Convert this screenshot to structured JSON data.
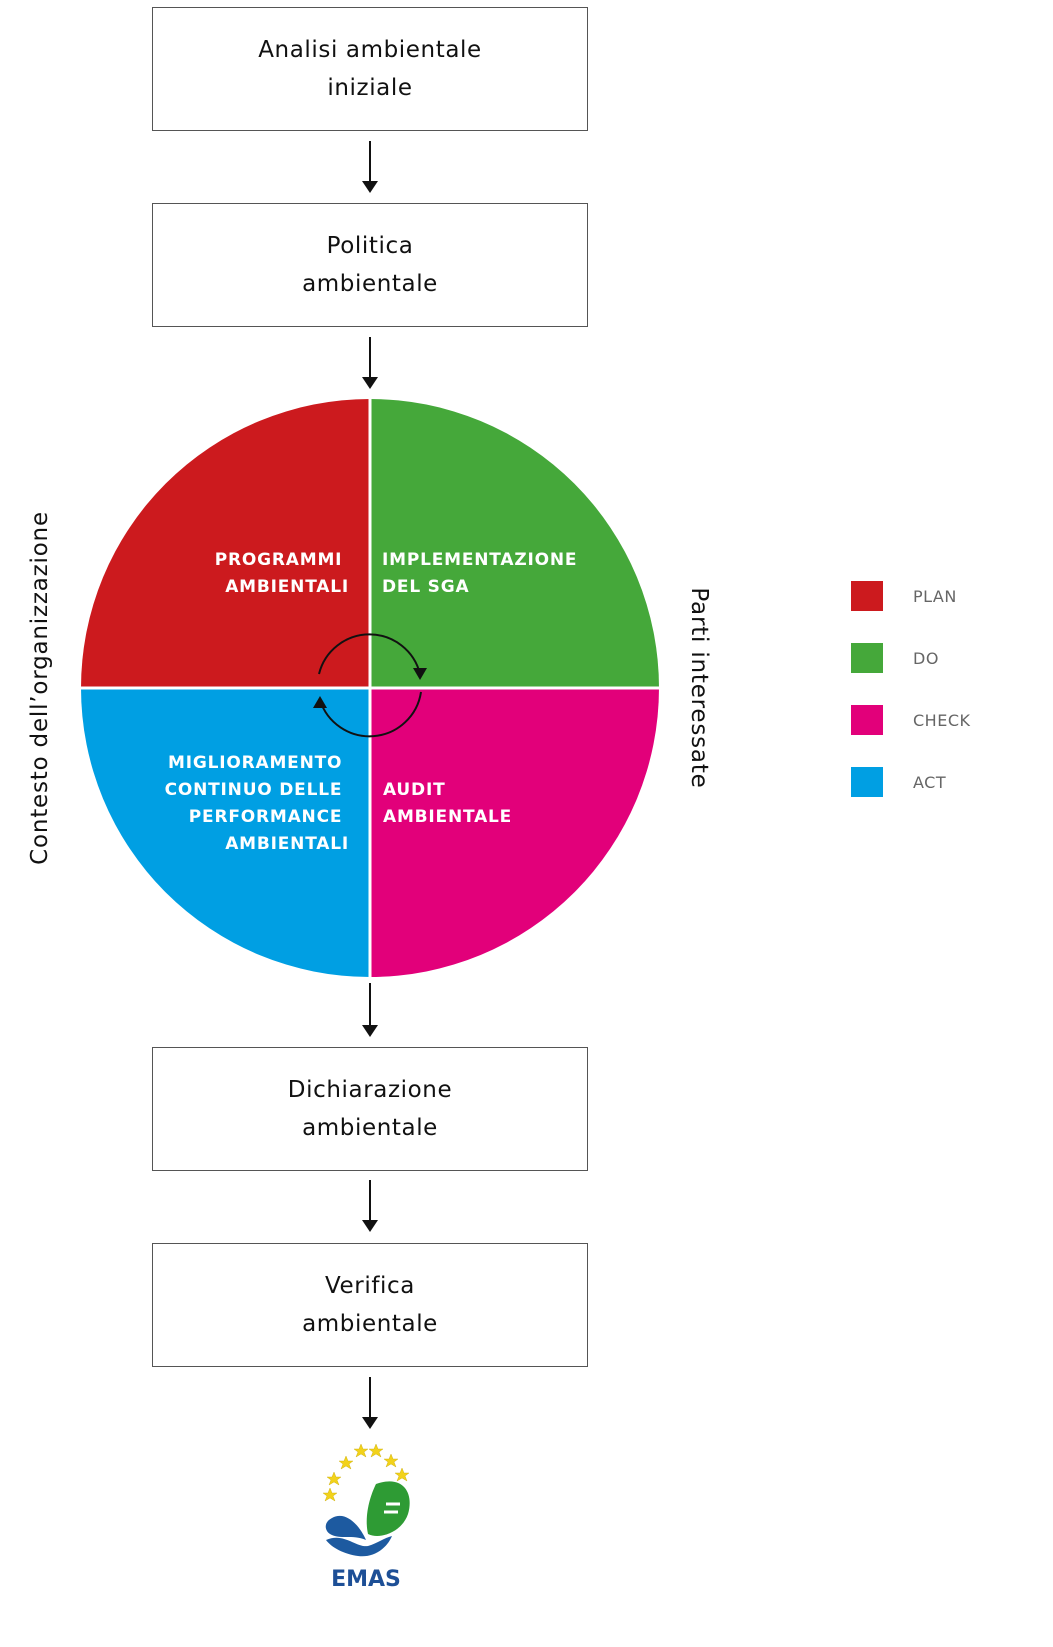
{
  "flow_top": [
    {
      "lines": [
        "Analisi ambientale",
        "iniziale"
      ]
    },
    {
      "lines": [
        "Politica",
        "ambientale"
      ]
    }
  ],
  "flow_bottom": [
    {
      "lines": [
        "Dichiarazione",
        "ambientale"
      ]
    },
    {
      "lines": [
        "Verifica",
        "ambientale"
      ]
    }
  ],
  "cycle": {
    "plan": {
      "lines": [
        "PROGRAMMI",
        "AMBIENTALI"
      ],
      "color": "#cc1a1e"
    },
    "do": {
      "lines": [
        "IMPLEMENTAZIONE",
        "DEL SGA"
      ],
      "color": "#45a83a"
    },
    "check": {
      "lines": [
        "AUDIT",
        "AMBIENTALE"
      ],
      "color": "#e2007a"
    },
    "act": {
      "lines": [
        "MIGLIORAMENTO",
        "CONTINUO DELLE",
        "PERFORMANCE",
        "AMBIENTALI"
      ],
      "color": "#009fe3"
    }
  },
  "side_labels": {
    "left": "Contesto dell’organizzazione",
    "right": "Parti interessate"
  },
  "legend": [
    {
      "label": "PLAN",
      "color": "#cc1a1e"
    },
    {
      "label": "DO",
      "color": "#45a83a"
    },
    {
      "label": "CHECK",
      "color": "#e2007a"
    },
    {
      "label": "ACT",
      "color": "#009fe3"
    }
  ],
  "logo": {
    "text": "EMAS",
    "icon": "emas-logo-icon"
  }
}
